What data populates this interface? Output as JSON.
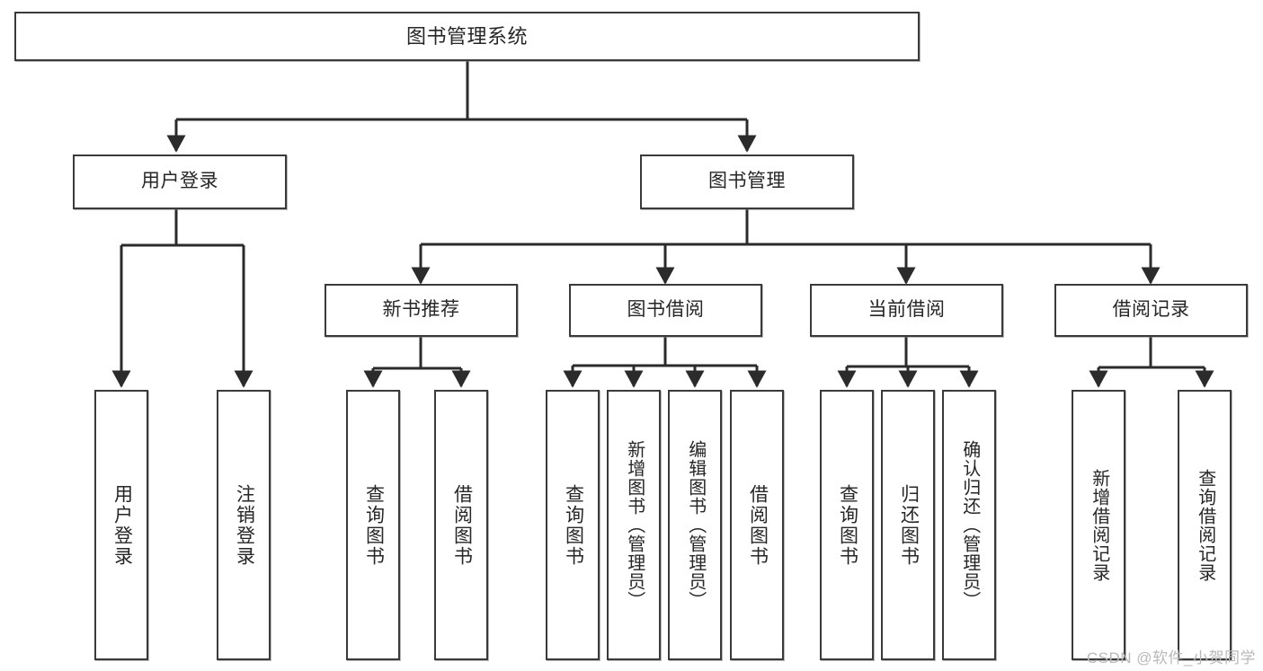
{
  "diagram": {
    "type": "tree",
    "title": "图书管理系统",
    "root": {
      "id": "root",
      "label": "图书管理系统"
    },
    "level1": [
      {
        "id": "user-login",
        "label": "用户登录"
      },
      {
        "id": "book-manage",
        "label": "图书管理"
      }
    ],
    "level2": [
      {
        "id": "new-book-recommend",
        "label": "新书推荐",
        "parent": "book-manage"
      },
      {
        "id": "book-borrow",
        "label": "图书借阅",
        "parent": "book-manage"
      },
      {
        "id": "current-borrow",
        "label": "当前借阅",
        "parent": "book-manage"
      },
      {
        "id": "borrow-record",
        "label": "借阅记录",
        "parent": "book-manage"
      }
    ],
    "leaves": [
      {
        "id": "leaf-user-login",
        "label": "用户登录",
        "parent": "user-login"
      },
      {
        "id": "leaf-logout-login",
        "label": "注销登录",
        "parent": "user-login"
      },
      {
        "id": "leaf-query-book-1",
        "label": "查询图书",
        "parent": "new-book-recommend"
      },
      {
        "id": "leaf-borrow-book-1",
        "label": "借阅图书",
        "parent": "new-book-recommend"
      },
      {
        "id": "leaf-query-book-2",
        "label": "查询图书",
        "parent": "book-borrow"
      },
      {
        "id": "leaf-add-book",
        "label": "新增图书（管理员）",
        "parent": "book-borrow"
      },
      {
        "id": "leaf-edit-book",
        "label": "编辑图书（管理员）",
        "parent": "book-borrow"
      },
      {
        "id": "leaf-borrow-book-2",
        "label": "借阅图书",
        "parent": "book-borrow"
      },
      {
        "id": "leaf-query-book-3",
        "label": "查询图书",
        "parent": "current-borrow"
      },
      {
        "id": "leaf-return-book",
        "label": "归还图书",
        "parent": "current-borrow"
      },
      {
        "id": "leaf-confirm-return",
        "label": "确认归还（管理员）",
        "parent": "current-borrow"
      },
      {
        "id": "leaf-add-record",
        "label": "新增借阅记录",
        "parent": "borrow-record"
      },
      {
        "id": "leaf-query-record",
        "label": "查询借阅记录",
        "parent": "borrow-record"
      }
    ],
    "watermark": "CSDN @软件_小贺同学",
    "colors": {
      "node_border": "#3a3a3a",
      "node_fill": "#ffffff",
      "edge": "#2b2b2b",
      "text": "#262626",
      "watermark": "#b9b9b9",
      "background": "#ffffff"
    }
  }
}
